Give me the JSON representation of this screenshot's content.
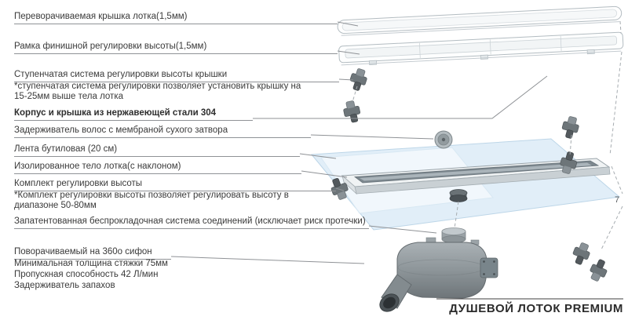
{
  "footer": {
    "title": "ДУШЕВОЙ ЛОТОК PREMIUM"
  },
  "annotations": {
    "dim_right": "7"
  },
  "callouts": [
    {
      "title": "Переворачиваемая крышка лотка(1,5мм)"
    },
    {
      "title": "Рамка финишной регулировки высоты(1,5мм)"
    },
    {
      "title": "Ступенчатая система регулировки высоты крышки",
      "note1": "*ступенчатая система регулировки позволяет установить крышку на",
      "note2": "15-25мм выше тела лотка"
    },
    {
      "title": "Корпус и крышка из нержавеющей стали 304"
    },
    {
      "title": "Задерживатель волос с мембраной сухого затвора"
    },
    {
      "title": "Лента бутиловая (20 см)"
    },
    {
      "title": "Изолированное тело лотка(с наклоном)"
    },
    {
      "title": "Комплект регулировки высоты",
      "note1": "*Комплект регулировки высоты позволяет регулировать высоту в",
      "note2": "диапазоне 50-80мм"
    },
    {
      "title": "Запатентованная беспрокладочная система соединений (исключает риск протечки)"
    },
    {
      "title": "Поворачиваемый на 360o сифон",
      "line2": "Минимальная толщина стяжки 75мм",
      "line3": "Пропускная способность 42 Л/мин",
      "line4": "Задерживатель запахов"
    }
  ]
}
